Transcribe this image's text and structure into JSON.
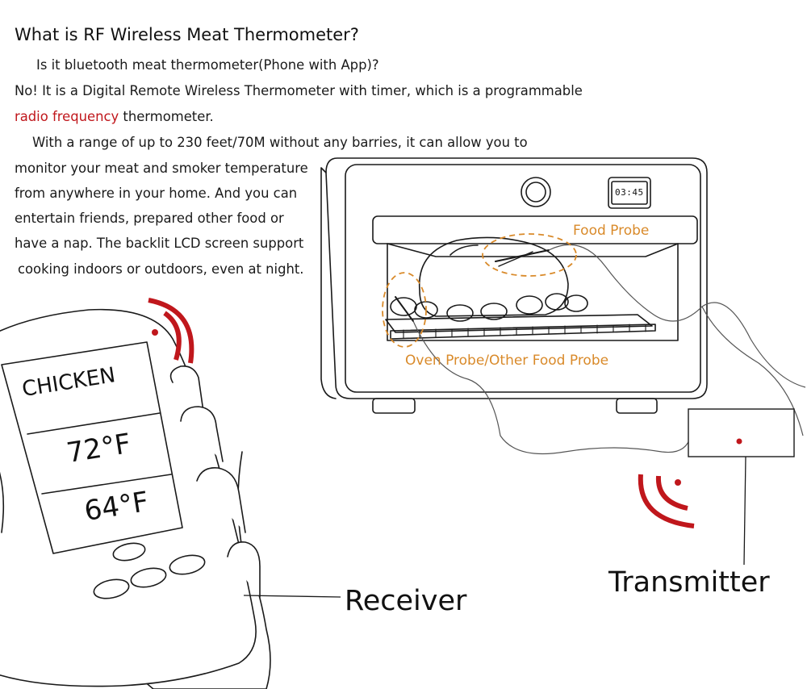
{
  "heading": "What is RF Wireless Meat Thermometer?",
  "paragraph": {
    "line1": "Is it bluetooth meat thermometer(Phone with App)?",
    "line2": "No! It is a Digital Remote Wireless Thermometer with timer, which is a programmable",
    "line3_highlight": "radio frequency",
    "line3_rest": " thermometer.",
    "line4": "With a range of up to 230 feet/70M without any barries, it can allow you to",
    "line5": "monitor your meat and smoker temperature",
    "line6": "from anywhere in your home. And you can",
    "line7": "entertain friends, prepared other food or",
    "line8": "have a nap. The backlit LCD screen support",
    "line9": "cooking indoors or outdoors, even at night."
  },
  "oven": {
    "timer_display": "03:45",
    "food_probe_label": "Food Probe",
    "oven_probe_label": "Oven Probe/Other Food Probe"
  },
  "receiver": {
    "screen_line1": "CHICKEN",
    "screen_line2": "72°F",
    "screen_line3": "64°F",
    "label": "Receiver"
  },
  "transmitter": {
    "label": "Transmitter"
  },
  "colors": {
    "accent_red": "#c0171c",
    "probe_orange": "#d98a2a",
    "line": "#1a1a1a"
  }
}
